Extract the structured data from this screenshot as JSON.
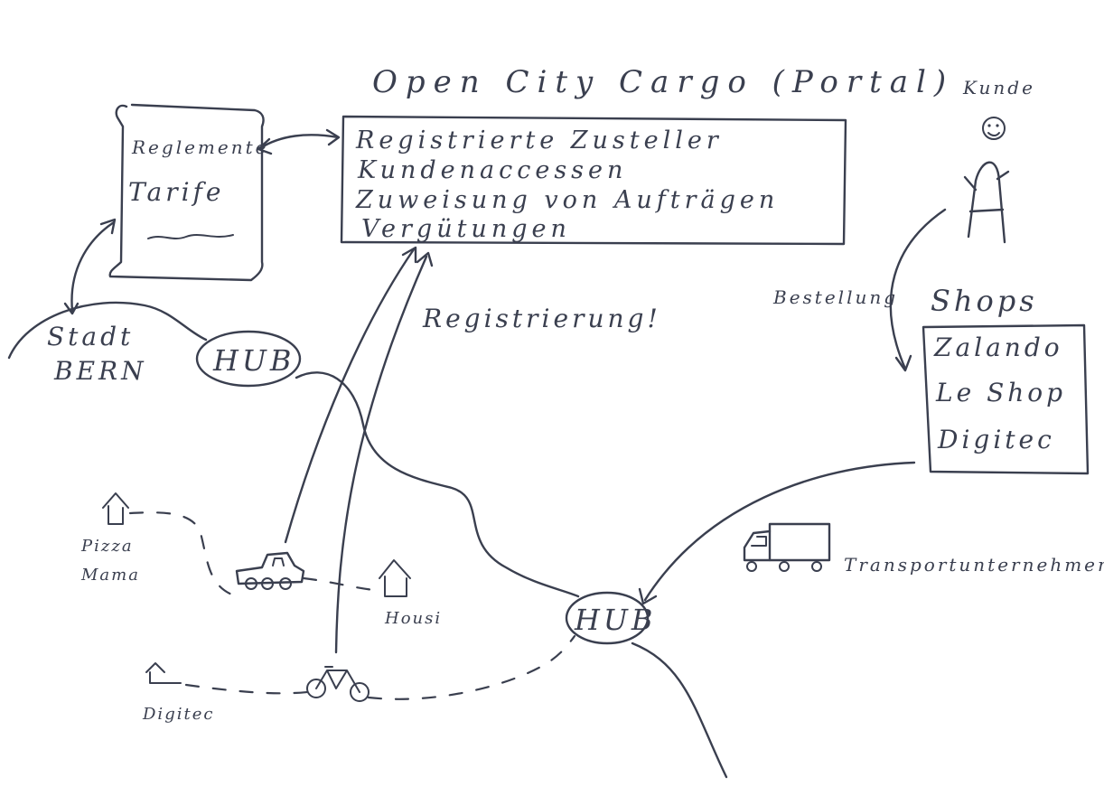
{
  "portal": {
    "title": "Open City Cargo (Portal)",
    "items": [
      "Registrierte Zusteller",
      "Kundenaccessen",
      "Zuweisung von Aufträgen",
      "Vergütungen"
    ]
  },
  "scroll": {
    "line1": "Reglemente",
    "line2": "Tarife"
  },
  "stadt": {
    "line1": "Stadt",
    "line2": "BERN"
  },
  "hub_top": {
    "label": "HUB"
  },
  "hub_bottom": {
    "label": "HUB"
  },
  "registrierung": {
    "label": "Registrierung!"
  },
  "kunde": {
    "label": "Kunde"
  },
  "bestellung": {
    "label": "Bestellung"
  },
  "shops": {
    "title": "Shops",
    "items": [
      "Zalando",
      "Le Shop",
      "Digitec"
    ]
  },
  "transportunternehmen": {
    "label": "Transportunternehmen"
  },
  "places": {
    "pizza_line1": "Pizza",
    "pizza_line2": "Mama",
    "housi": "Housi",
    "digitec": "Digitec"
  },
  "colors": {
    "ink": "#3a3f4f",
    "paper": "#ffffff"
  }
}
